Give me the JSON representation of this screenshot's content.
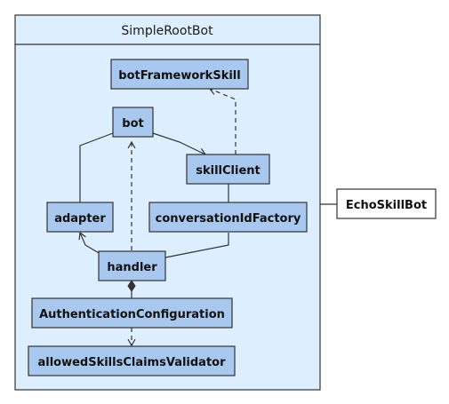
{
  "colors": {
    "container_fill": "#ddeeff",
    "node_fill": "#a8c8f0",
    "outer_node_fill": "#ffffff",
    "stroke": "#333333"
  },
  "container": {
    "title": "SimpleRootBot"
  },
  "nodes": {
    "botFrameworkSkill": "botFrameworkSkill",
    "bot": "bot",
    "skillClient": "skillClient",
    "adapter": "adapter",
    "conversationIdFactory": "conversationIdFactory",
    "handler": "handler",
    "authenticationConfiguration": "AuthenticationConfiguration",
    "allowedSkillsClaimsValidator": "allowedSkillsClaimsValidator",
    "echoSkillBot": "EchoSkillBot"
  }
}
